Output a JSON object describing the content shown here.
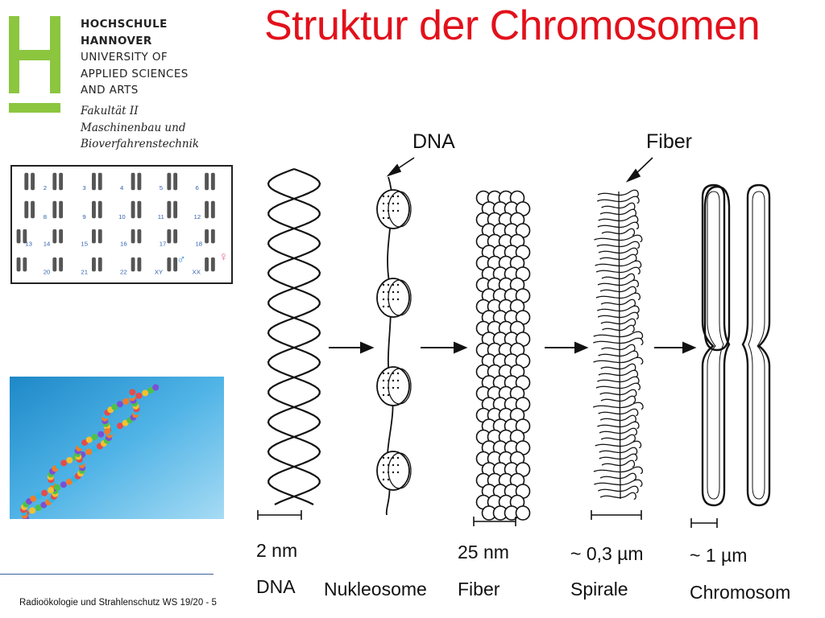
{
  "header": {
    "university_lines": [
      "HOCHSCHULE",
      "HANNOVER",
      "UNIVERSITY OF",
      "APPLIED SCIENCES",
      "AND ARTS"
    ],
    "faculty_lines": [
      "Fakultät II",
      "Maschinenbau und",
      "Bioverfahrenstechnik"
    ]
  },
  "slide": {
    "title": "Struktur der Chromosomen"
  },
  "karyogram": {
    "numbers": [
      "2",
      "3",
      "4",
      "5",
      "6",
      "8",
      "9",
      "10",
      "11",
      "12",
      "13",
      "14",
      "15",
      "16",
      "17",
      "18",
      "20",
      "21",
      "22",
      "XY",
      "XX"
    ],
    "male_symbol": "♂",
    "female_symbol": "♀"
  },
  "diagram": {
    "top_labels": [
      "DNA",
      "Fiber"
    ],
    "stages": [
      {
        "size": "2 nm",
        "name": "DNA"
      },
      {
        "size": "",
        "name": "Nukleosome"
      },
      {
        "size": "25 nm",
        "name": "Fiber"
      },
      {
        "size": "~ 0,3 µm",
        "name": "Spirale"
      },
      {
        "size": "~ 1 µm",
        "name": "Chromosom"
      }
    ]
  },
  "footer": {
    "text": "Radioökologie und Strahlenschutz WS 19/20 - 5"
  },
  "colors": {
    "title": "#e2111b",
    "logo_green": "#8cc63f",
    "footer_line": "#3a5f9c"
  }
}
